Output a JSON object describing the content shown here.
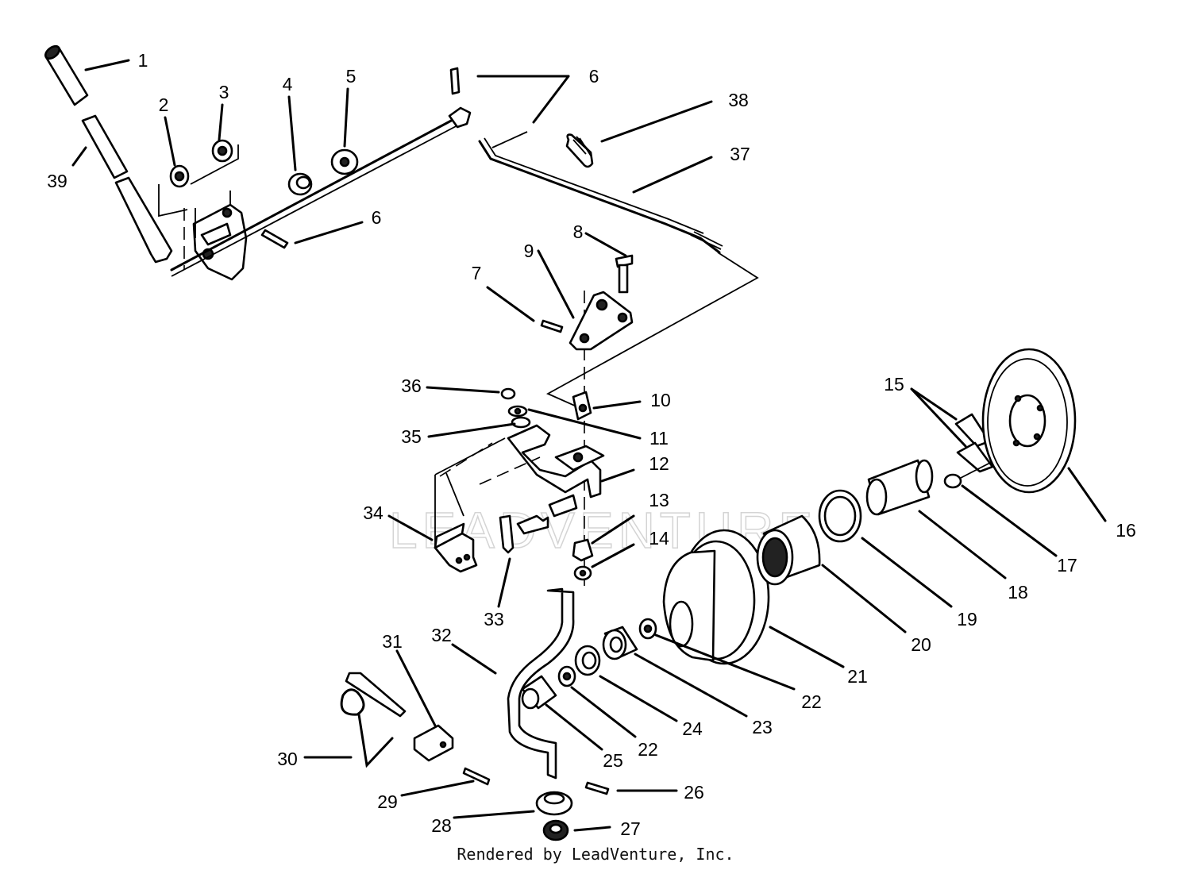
{
  "watermark": "LEADVENTURE",
  "footer": {
    "credit": "Rendered by LeadVenture, Inc."
  },
  "callouts": [
    {
      "id": "1",
      "label": "1"
    },
    {
      "id": "2",
      "label": "2"
    },
    {
      "id": "3",
      "label": "3"
    },
    {
      "id": "4",
      "label": "4"
    },
    {
      "id": "5",
      "label": "5"
    },
    {
      "id": "6a",
      "label": "6"
    },
    {
      "id": "6b",
      "label": "6"
    },
    {
      "id": "7",
      "label": "7"
    },
    {
      "id": "8",
      "label": "8"
    },
    {
      "id": "9",
      "label": "9"
    },
    {
      "id": "10",
      "label": "10"
    },
    {
      "id": "11",
      "label": "11"
    },
    {
      "id": "12",
      "label": "12"
    },
    {
      "id": "13",
      "label": "13"
    },
    {
      "id": "14",
      "label": "14"
    },
    {
      "id": "15",
      "label": "15"
    },
    {
      "id": "16",
      "label": "16"
    },
    {
      "id": "17",
      "label": "17"
    },
    {
      "id": "18",
      "label": "18"
    },
    {
      "id": "19",
      "label": "19"
    },
    {
      "id": "20",
      "label": "20"
    },
    {
      "id": "21",
      "label": "21"
    },
    {
      "id": "22a",
      "label": "22"
    },
    {
      "id": "22b",
      "label": "22"
    },
    {
      "id": "23",
      "label": "23"
    },
    {
      "id": "24",
      "label": "24"
    },
    {
      "id": "25",
      "label": "25"
    },
    {
      "id": "26",
      "label": "26"
    },
    {
      "id": "27",
      "label": "27"
    },
    {
      "id": "28",
      "label": "28"
    },
    {
      "id": "29",
      "label": "29"
    },
    {
      "id": "30",
      "label": "30"
    },
    {
      "id": "31",
      "label": "31"
    },
    {
      "id": "32",
      "label": "32"
    },
    {
      "id": "33",
      "label": "33"
    },
    {
      "id": "34",
      "label": "34"
    },
    {
      "id": "35",
      "label": "35"
    },
    {
      "id": "36",
      "label": "36"
    },
    {
      "id": "37",
      "label": "37"
    },
    {
      "id": "38",
      "label": "38"
    },
    {
      "id": "39",
      "label": "39"
    }
  ]
}
